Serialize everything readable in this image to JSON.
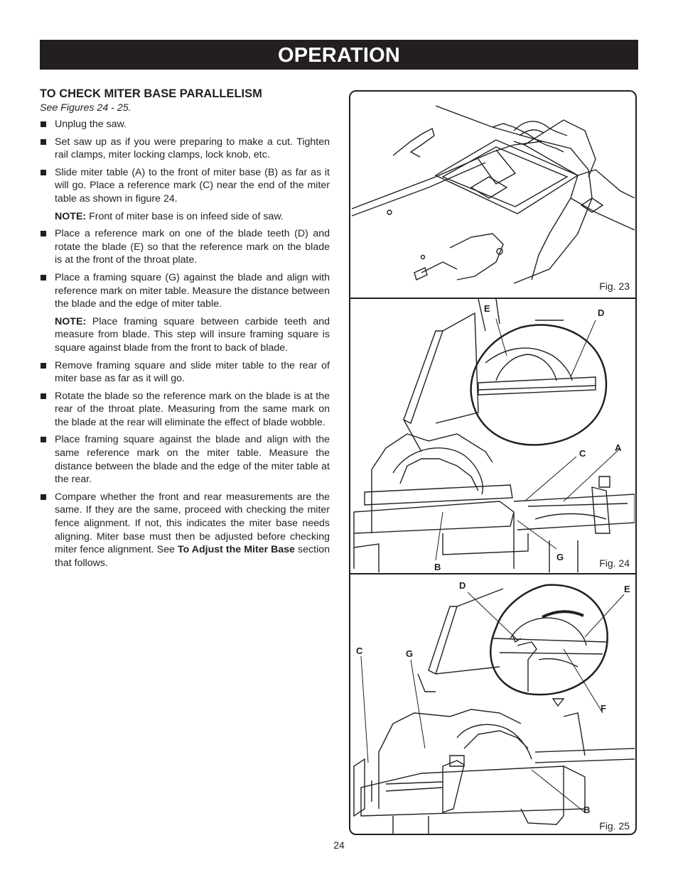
{
  "header": {
    "title": "OPERATION"
  },
  "section": {
    "title": "TO CHECK MITER BASE PARALLELISM",
    "subtitle": "See Figures 24 - 25."
  },
  "content": {
    "b1": "Unplug the saw.",
    "b2": "Set saw up as if you were preparing to make a cut. Tighten rail clamps, miter locking clamps, lock knob, etc.",
    "b3": "Slide miter table (A) to the front of miter base (B) as far as it will go. Place a reference mark (C) near the end of the miter table as shown in figure 24.",
    "n1_label": "NOTE:",
    "n1_text": " Front of miter base is on infeed side of saw.",
    "b4": "Place a reference mark on one of the blade teeth (D) and rotate the blade (E) so that the reference mark on the blade is at the front of the throat plate.",
    "b5": "Place a framing square (G) against the blade and align with reference mark on miter table. Measure the distance between the blade and the edge of miter table.",
    "n2_label": "NOTE:",
    "n2_text": " Place framing square between carbide teeth and measure from blade. This step will insure framing square is square against blade from the front to back of blade.",
    "b6": "Remove framing square and slide miter table to the rear of miter base as far as it will go.",
    "b7": "Rotate the blade so the reference mark on the blade is at the rear of the throat plate. Measuring from the same mark on the blade at the rear will eliminate the effect of blade wobble.",
    "b8": "Place framing square against the blade and align with the same reference mark on the miter table. Measure the distance between the blade and the edge of the miter table at the rear.",
    "b9_text": "Compare whether the front and rear measurements are the same. If they are the same, proceed with checking the miter fence alignment. If not, this indicates the miter base needs aligning. Miter base must then be adjusted before checking miter fence alignment. See ",
    "b9_bold": "To Adjust the Miter Base",
    "b9_end": " section that follows."
  },
  "figures": {
    "fig23": {
      "caption": "Fig. 23"
    },
    "fig24": {
      "caption": "Fig. 24",
      "labels": {
        "E": "E",
        "D": "D",
        "C": "C",
        "A": "A",
        "G": "G",
        "B": "B"
      }
    },
    "fig25": {
      "caption": "Fig. 25",
      "labels": {
        "D": "D",
        "E": "E",
        "C": "C",
        "G": "G",
        "F": "F",
        "B": "B"
      }
    }
  },
  "footer": {
    "page_number": "24"
  }
}
